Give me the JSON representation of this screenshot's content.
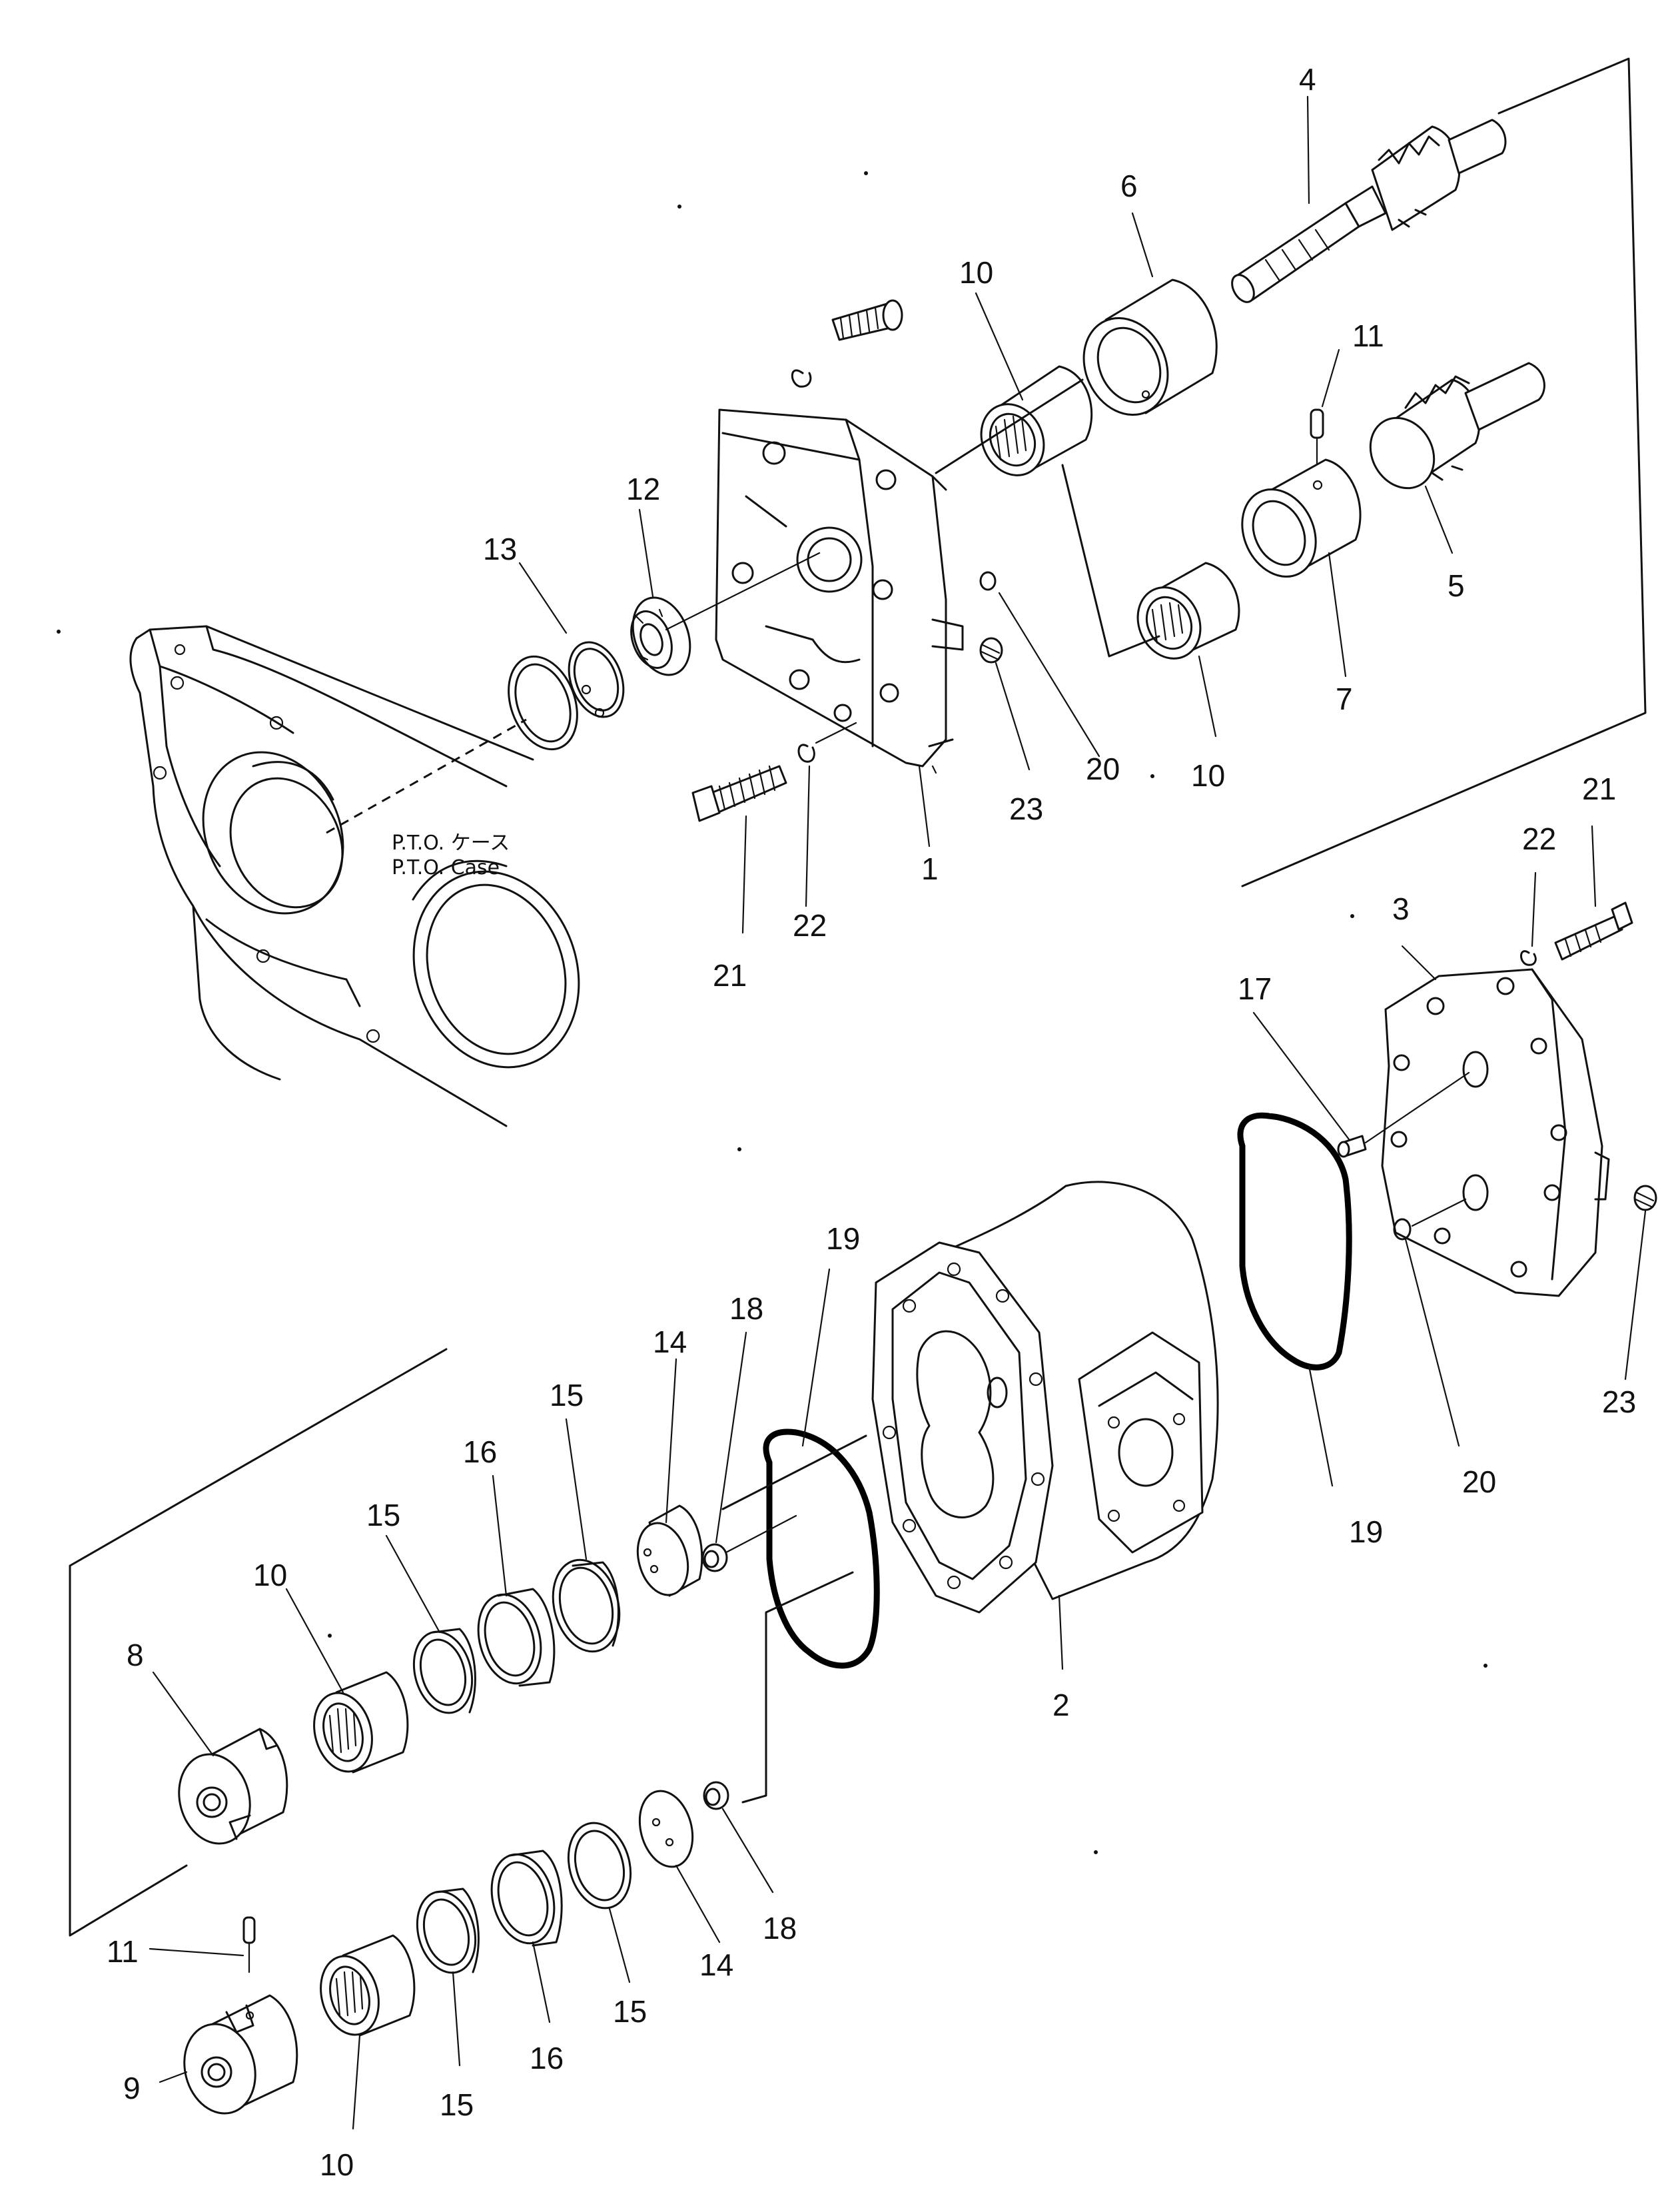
{
  "case_label": {
    "line1": "P.T.O.  ケース",
    "line2": "P.T.O.  Case"
  },
  "callouts": [
    "1",
    "2",
    "3",
    "4",
    "5",
    "6",
    "7",
    "8",
    "9",
    "10",
    "11",
    "12",
    "13",
    "14",
    "15",
    "16",
    "17",
    "18",
    "19",
    "20",
    "21",
    "22",
    "23"
  ],
  "upper_labels": {
    "l4": "4",
    "l6": "6",
    "l10a": "10",
    "l11a": "11",
    "l12": "12",
    "l13": "13",
    "l5": "5",
    "l7": "7",
    "l10b": "10",
    "l20a": "20",
    "l23a": "23",
    "l1": "1",
    "l22a": "22",
    "l21a": "21"
  },
  "right_labels": {
    "l21b": "21",
    "l22b": "22",
    "l3": "3",
    "l17": "17",
    "l19a": "19",
    "l20b": "20",
    "l23b": "23"
  },
  "lower_labels": {
    "l19b": "19",
    "l18a": "18",
    "l14a": "14",
    "l15a": "15",
    "l16a": "16",
    "l15b": "15",
    "l10c": "10",
    "l8": "8",
    "l2": "2",
    "l18b": "18",
    "l14b": "14",
    "l15c": "15",
    "l16b": "16",
    "l15d": "15",
    "l11b": "11",
    "l9": "9",
    "l10d": "10"
  }
}
